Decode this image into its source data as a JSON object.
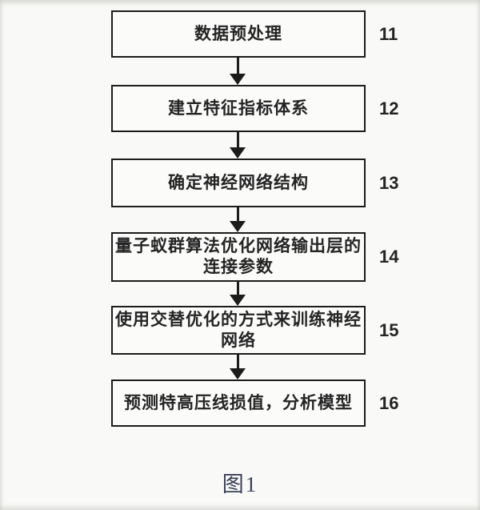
{
  "figure": {
    "caption": "图1"
  },
  "flowchart": {
    "steps": [
      {
        "label": "数据预处理",
        "ref": "11"
      },
      {
        "label": "建立特征指标体系",
        "ref": "12"
      },
      {
        "label": "确定神经网络结构",
        "ref": "13"
      },
      {
        "label": "量子蚁群算法优化网络输出层的\n连接参数",
        "ref": "14"
      },
      {
        "label": "使用交替优化的方式来训练神经\n网络",
        "ref": "15"
      },
      {
        "label": "预测特高压线损值，分析模型",
        "ref": "16"
      }
    ],
    "connector_icon": "arrow-down"
  },
  "colors": {
    "background": "#f9f9f7",
    "box_border": "#1c1c1c",
    "box_text": "#242424",
    "caption_text": "#3a4157"
  }
}
